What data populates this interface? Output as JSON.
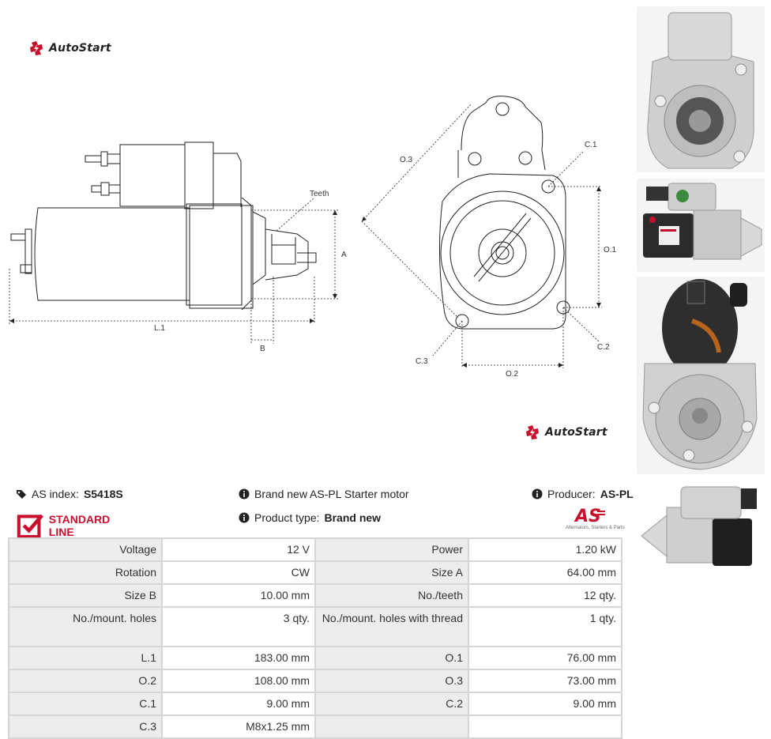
{
  "brand": {
    "name": "AutoStart"
  },
  "drawing_labels": {
    "teeth": "Teeth",
    "a": "A",
    "b": "B",
    "l1": "L.1",
    "o1": "O.1",
    "o2": "O.2",
    "o3": "O.3",
    "c1": "C.1",
    "c2": "C.2",
    "c3": "C.3"
  },
  "info": {
    "as_index_label": "AS index:",
    "as_index_value": "S5418S",
    "line": "STANDARD LINE",
    "desc": "Brand new AS-PL Starter motor",
    "product_type_label": "Product type:",
    "product_type_value": "Brand new",
    "producer_label": "Producer:",
    "producer_value": "AS-PL",
    "as_logo_text": "AS",
    "as_tagline": "Alternators, Starters & Parts"
  },
  "colors": {
    "accent_red": "#c8102e",
    "table_label_bg": "#ececec",
    "table_border": "#d6d6d6"
  },
  "specs": [
    [
      {
        "k": "Voltage",
        "v": "12 V"
      },
      {
        "k": "Power",
        "v": "1.20 kW"
      }
    ],
    [
      {
        "k": "Rotation",
        "v": "CW"
      },
      {
        "k": "Size A",
        "v": "64.00 mm"
      }
    ],
    [
      {
        "k": "Size B",
        "v": "10.00 mm"
      },
      {
        "k": "No./teeth",
        "v": "12 qty."
      }
    ],
    [
      {
        "k": "No./mount. holes",
        "v": "3 qty."
      },
      {
        "k": "No./mount. holes with thread",
        "v": "1 qty."
      }
    ],
    [
      {
        "k": "L.1",
        "v": "183.00 mm"
      },
      {
        "k": "O.1",
        "v": "76.00 mm"
      }
    ],
    [
      {
        "k": "O.2",
        "v": "108.00 mm"
      },
      {
        "k": "O.3",
        "v": "73.00 mm"
      }
    ],
    [
      {
        "k": "C.1",
        "v": "9.00 mm"
      },
      {
        "k": "C.2",
        "v": "9.00 mm"
      }
    ],
    [
      {
        "k": "C.3",
        "v": "M8x1.25 mm"
      },
      {
        "k": "",
        "v": ""
      }
    ]
  ]
}
